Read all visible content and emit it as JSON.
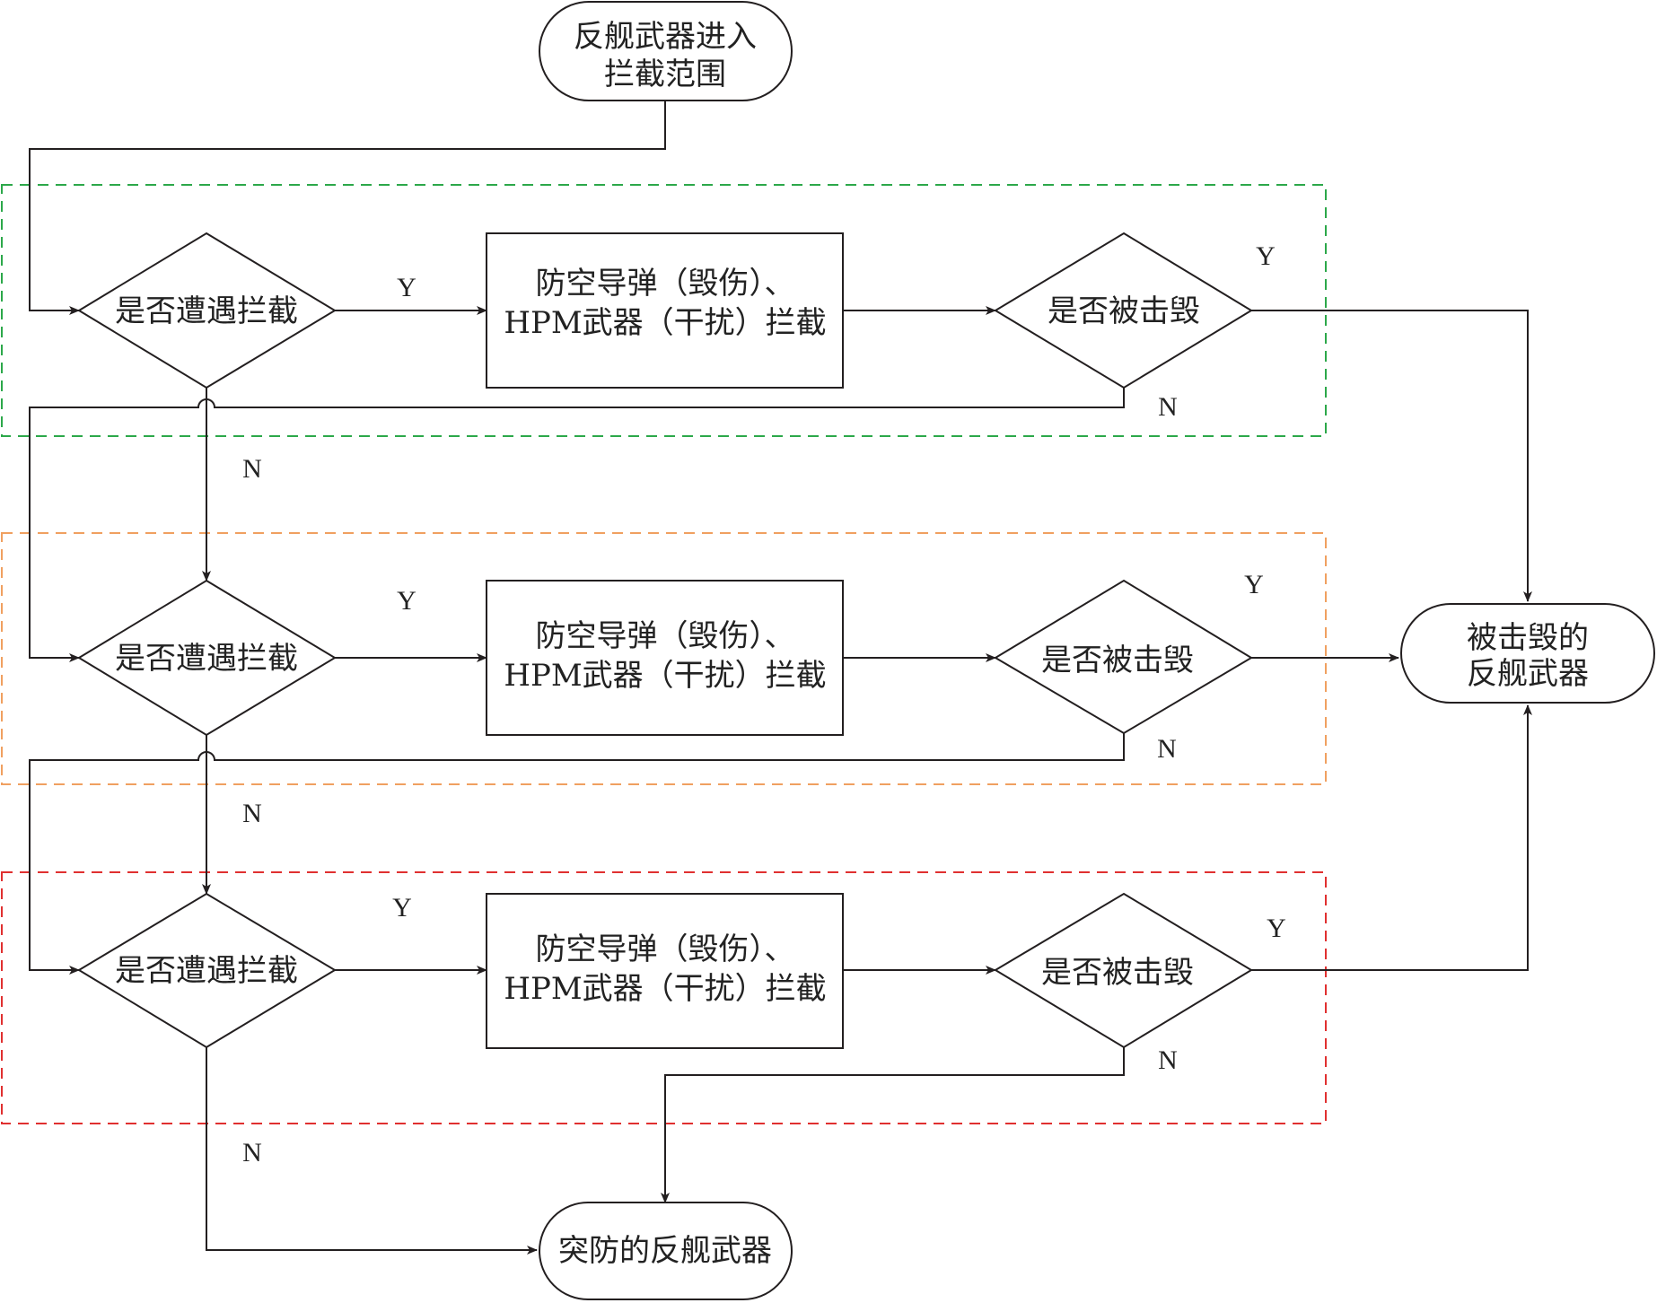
{
  "nodes": {
    "start": [
      "反舰武器进入",
      "拦截范围"
    ],
    "destroyed": [
      "被击毁的",
      "反舰武器"
    ],
    "penetrated": "突防的反舰武器"
  },
  "layers": [
    {
      "intercept_question": "是否遭遇拦截",
      "action": [
        "防空导弹（毁伤）、",
        "HPM武器（干扰）拦截"
      ],
      "destroy_question": "是否被击毁",
      "yes_label": "Y",
      "no_label": "N",
      "destroy_yes_label": "Y",
      "destroy_no_label": "N",
      "zone_color": "#2ca84a"
    },
    {
      "intercept_question": "是否遭遇拦截",
      "action": [
        "防空导弹（毁伤）、",
        "HPM武器（干扰）拦截"
      ],
      "destroy_question": "是否被击毁",
      "yes_label": "Y",
      "no_label": "N",
      "destroy_yes_label": "Y",
      "destroy_no_label": "N",
      "zone_color": "#f0a060"
    },
    {
      "intercept_question": "是否遭遇拦截",
      "action": [
        "防空导弹（毁伤）、",
        "HPM武器（干扰）拦截"
      ],
      "destroy_question": "是否被击毁",
      "yes_label": "Y",
      "no_label": "N",
      "destroy_yes_label": "Y",
      "destroy_no_label": "N",
      "zone_color": "#e03030"
    }
  ],
  "colors": {
    "line": "#231f20",
    "text": "#222222"
  }
}
